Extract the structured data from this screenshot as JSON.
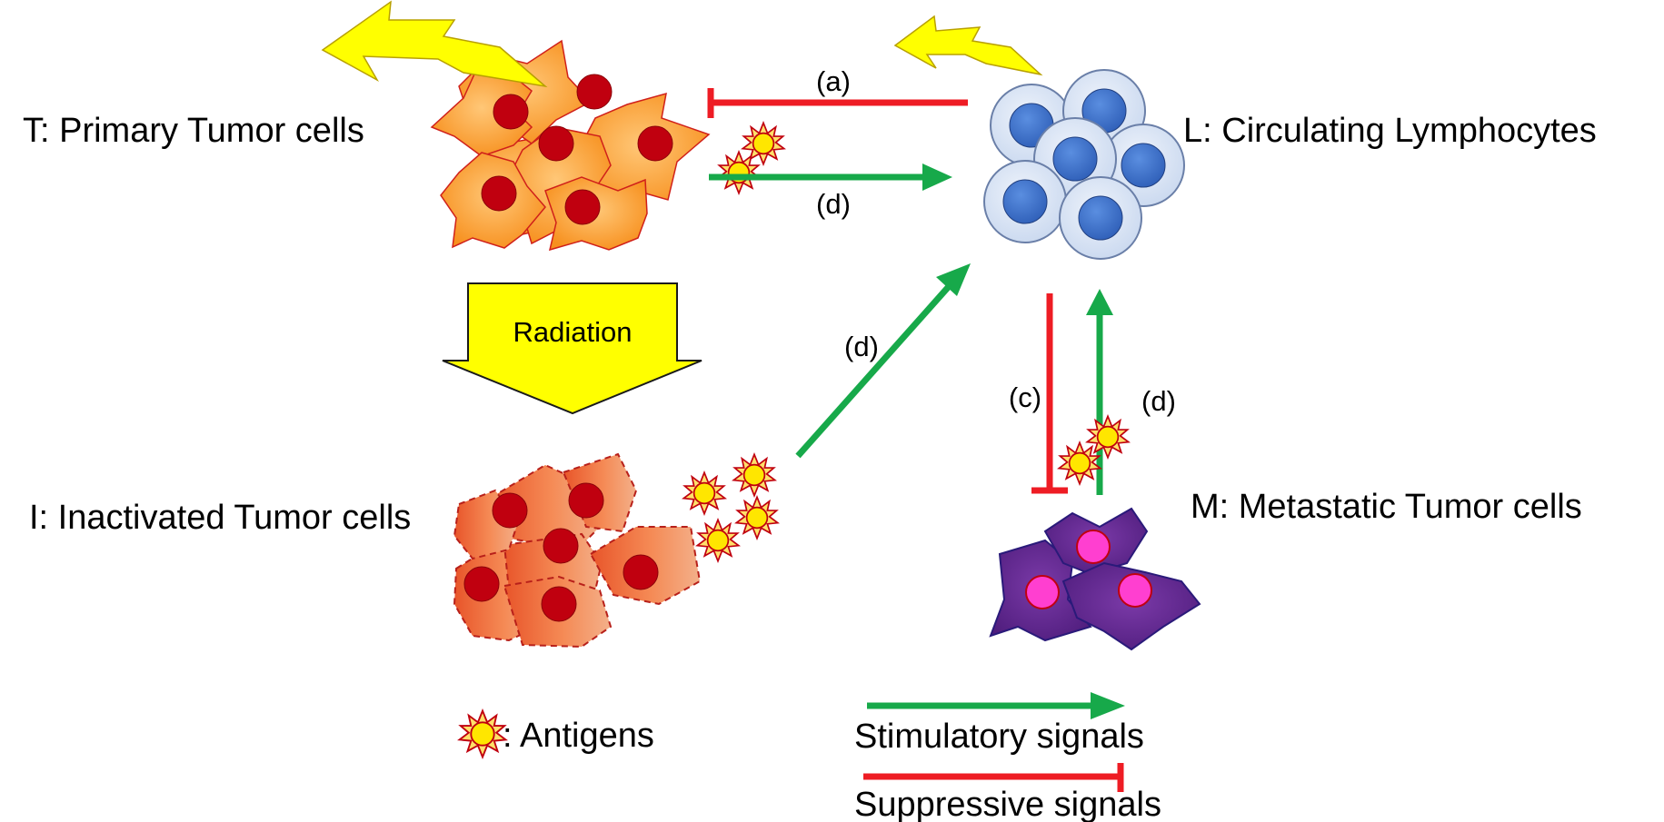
{
  "labels": {
    "primary_tumor": "T: Primary Tumor cells",
    "lymphocytes": "L: Circulating Lymphocytes",
    "inactivated_tumor": "I: Inactivated Tumor cells",
    "metastatic_tumor": "M: Metastatic Tumor cells",
    "radiation": "Radiation"
  },
  "arrow_labels": {
    "a": "(a)",
    "d_top": "(d)",
    "d_diag": "(d)",
    "c": "(c)",
    "d_right": "(d)"
  },
  "legend": {
    "antigens": ": Antigens",
    "stimulatory": "Stimulatory signals",
    "suppressive": "Suppressive signals"
  },
  "colors": {
    "stimulatory": "#17a94a",
    "suppressive": "#ee1c24",
    "lightning": "#ffff00",
    "radiation_arrow": "#ffff00",
    "primary_cell": "#f9a23a",
    "nucleus_tumor": "#c0000f",
    "lymphocyte_outer": "#d6e2f3",
    "lymphocyte_nucleus": "#3d6fc9",
    "metastatic_cell": "#6a2a9a",
    "metastatic_nucleus": "#ff3fd0",
    "antigen": "#ffe600"
  },
  "icons": {
    "lightning": "lightning-bolt-icon",
    "antigen": "antigen-star-icon"
  }
}
